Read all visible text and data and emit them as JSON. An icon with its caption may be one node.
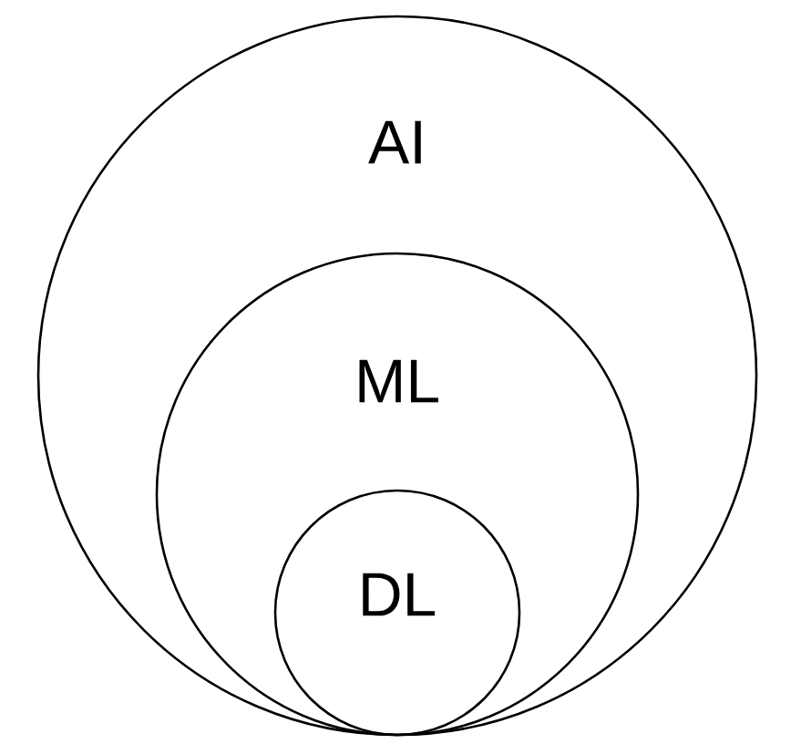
{
  "diagram": {
    "nodes": [
      {
        "text": [
          "AI"
        ]
      },
      {
        "text": [
          "ML"
        ],
        "in": 0
      },
      {
        "text": [
          "DL"
        ],
        "in": 1
      }
    ]
  }
}
